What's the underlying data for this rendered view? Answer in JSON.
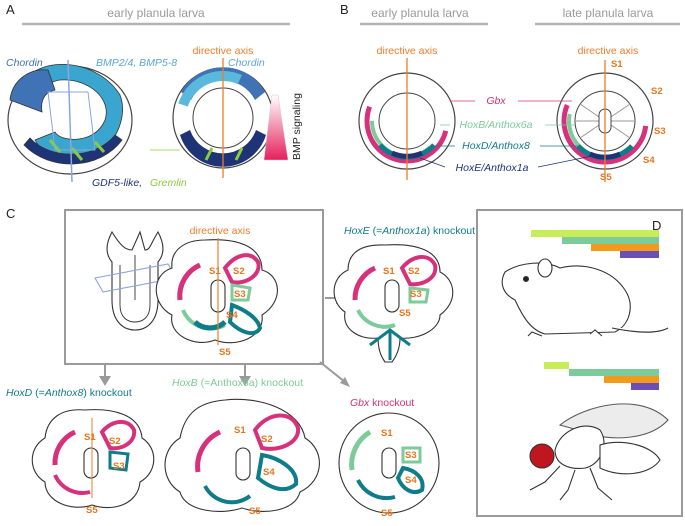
{
  "colors": {
    "orange": "#ef7d2a",
    "magenta": "#d6317a",
    "lightgreen": "#7dcb9a",
    "teal": "#0f7c8a",
    "navy": "#1e3477",
    "lightblue": "#5aa7d6",
    "blue": "#3f73b6",
    "gremlin": "#8dcb3a",
    "grey": "#a7a7a7"
  },
  "panel_a": {
    "letter": "A",
    "header": "early  planula larva",
    "chordin_left": "Chordin",
    "bmp": "BMP2/4, BMP5-8",
    "directive_axis": "directive axis",
    "chordin_right": "Chordin",
    "gdf": "GDF5-like,",
    "gremlin": "Gremlin",
    "bmp_signaling": "BMP signaling"
  },
  "panel_b": {
    "letter": "B",
    "header_early": "early planula larva",
    "header_late": "late planula larva",
    "axis_left": "directive axis",
    "axis_right": "directive axis",
    "gbx": "Gbx",
    "hoxb": "HoxB/Anthox6a",
    "hoxd": "HoxD/Anthox8",
    "hoxe": "HoxE/Anthox1a",
    "segments": [
      "S1",
      "S2",
      "S3",
      "S4",
      "S5"
    ]
  },
  "panel_c": {
    "letter": "C",
    "directive_axis": "directive axis",
    "hoxe_gene": "HoxE",
    "hoxe_prefix": " (=",
    "hoxe_alias": "Anthox1a",
    "hoxe_suffix": ") knockout",
    "hoxd_gene": "HoxD",
    "hoxd_prefix": " (=",
    "hoxd_alias": "Anthox8",
    "hoxd_suffix": ") knockout",
    "hoxb_gene": "HoxB",
    "hoxb_suffix": " (=Anthox6a) knockout",
    "gbx_gene": "Gbx",
    "gbx_suffix": " knockout",
    "segments": [
      "S1",
      "S2",
      "S3",
      "S4",
      "S5"
    ]
  },
  "panel_d": {
    "letter": "D",
    "mouse_bars": [
      "#c7ee5a",
      "#7dcb9a",
      "#f39a1e",
      "#6a4fb8"
    ],
    "fly_bars": [
      "#c7ee5a",
      "#7dcb9a",
      "#f39a1e",
      "#6a4fb8"
    ]
  }
}
